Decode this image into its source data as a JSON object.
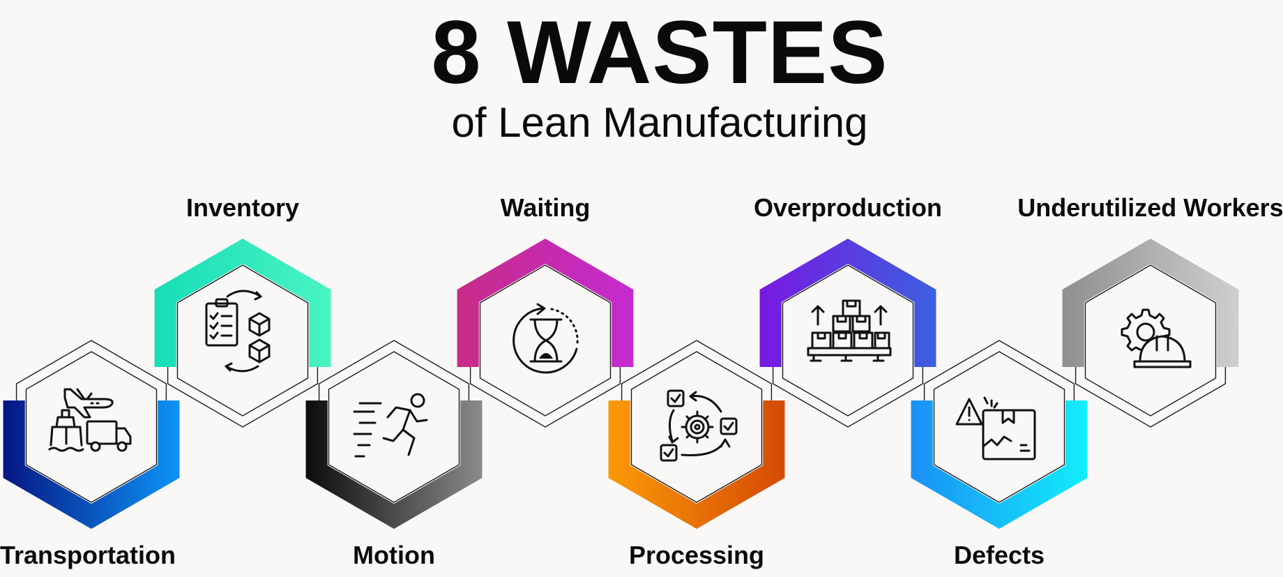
{
  "header": {
    "title": "8 WASTES",
    "subtitle": "of Lean Manufacturing"
  },
  "wastes": [
    {
      "label": "Transportation",
      "icon": "transportation-icon",
      "row": "bottom",
      "colors": [
        "#061683",
        "#0d94f6"
      ]
    },
    {
      "label": "Inventory",
      "icon": "inventory-icon",
      "row": "top",
      "colors": [
        "#17ddb6",
        "#4af4c3"
      ]
    },
    {
      "label": "Motion",
      "icon": "motion-icon",
      "row": "bottom",
      "colors": [
        "#0c0c0c",
        "#8a8a8a"
      ]
    },
    {
      "label": "Waiting",
      "icon": "waiting-icon",
      "row": "top",
      "colors": [
        "#c72b87",
        "#c42bd1"
      ]
    },
    {
      "label": "Processing",
      "icon": "processing-icon",
      "row": "bottom",
      "colors": [
        "#fb9a06",
        "#d44a05"
      ]
    },
    {
      "label": "Overproduction",
      "icon": "overproduction-icon",
      "row": "top",
      "colors": [
        "#7719e0",
        "#3c5fe0"
      ]
    },
    {
      "label": "Defects",
      "icon": "defects-icon",
      "row": "bottom",
      "colors": [
        "#1a90f5",
        "#12edfc"
      ]
    },
    {
      "label": "Underutilized Workers",
      "icon": "underutilized-workers-icon",
      "row": "top",
      "colors": [
        "#8f8f8f",
        "#cfcfcf"
      ]
    }
  ]
}
